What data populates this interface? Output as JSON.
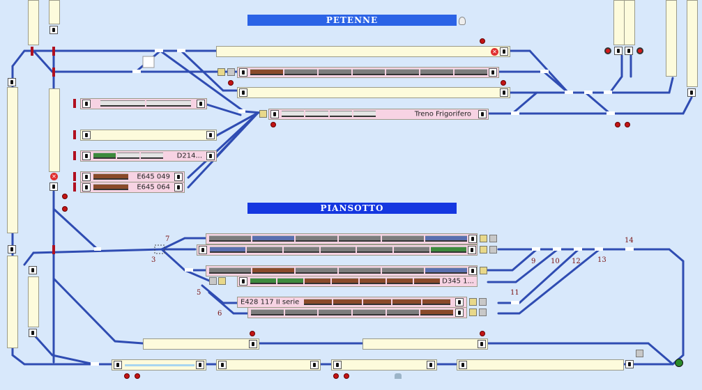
{
  "stations": [
    {
      "name": "PETENNE",
      "color": "#2b63e6"
    },
    {
      "name": "PIANSOTTO",
      "color": "#1537e0"
    }
  ],
  "train_labels": {
    "frigorifero": "Treno Frigorifero",
    "d214": "D214...",
    "e645_049": "E645 049",
    "e645_064": "E645 064",
    "d345": "D345 1...",
    "e428": "E428 117  II serie"
  },
  "track_numbers": [
    "7",
    "3",
    "5",
    "6",
    "9",
    "10",
    "12",
    "13",
    "11",
    "14"
  ],
  "colors": {
    "background": "#d8e8fb",
    "track": "#2f4cb2",
    "block_free": "#fdfbdc",
    "block_occupied": "#f7d3e3"
  }
}
